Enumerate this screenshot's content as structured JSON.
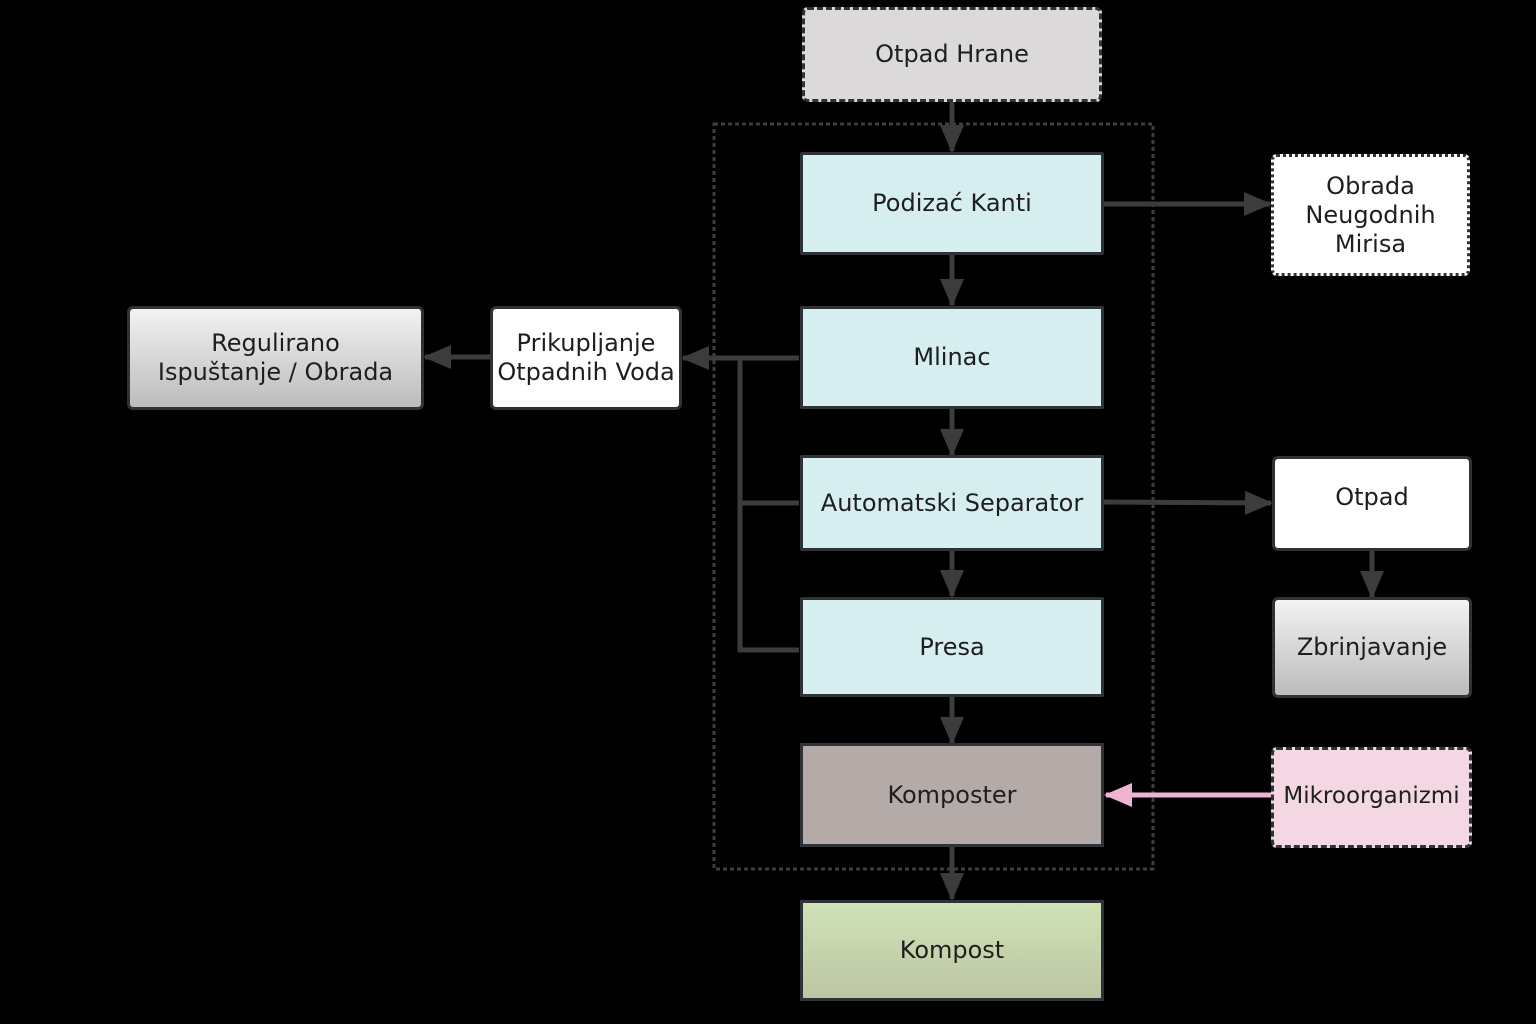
{
  "diagram": {
    "title": "Food waste composting process",
    "nodes": {
      "food_waste": {
        "label": "Otpad Hrane",
        "color": "#dcd9da"
      },
      "bin_lifter": {
        "label": "Podizać Kanti",
        "color": "#d7eef0"
      },
      "grinder": {
        "label": "Mlinac",
        "color": "#d7eef0"
      },
      "auto_separator": {
        "label": "Automatski Separator",
        "color": "#d7eef0"
      },
      "press": {
        "label": "Presa",
        "color": "#d7eef0"
      },
      "composter": {
        "label": "Komposter",
        "color": "#b4aaa8"
      },
      "compost": {
        "label": "Kompost",
        "color": "#c8d8b0"
      },
      "odor_treatment": {
        "label": "Obrada\nNeugodnih\nMirisa",
        "color": "#ffffff"
      },
      "waste": {
        "label": "Otpad",
        "color": "#ffffff"
      },
      "disposal": {
        "label": "Zbrinjavanje",
        "color": "#d5d4d5"
      },
      "microorganisms": {
        "label": "Mikroorganizmi",
        "color": "#f3d8e4"
      },
      "wastewater_collection": {
        "label": "Prikupljanje\nOtpadnih Voda",
        "color": "#ffffff"
      },
      "regulated_discharge": {
        "label": "Regulirano\nIspuštanje / Obrada",
        "color": "#d9d8d9"
      }
    },
    "edges": [
      {
        "from": "Otpad Hrane",
        "to": "Podizać Kanti"
      },
      {
        "from": "Podizać Kanti",
        "to": "Mlinac"
      },
      {
        "from": "Mlinac",
        "to": "Automatski Separator"
      },
      {
        "from": "Automatski Separator",
        "to": "Presa"
      },
      {
        "from": "Presa",
        "to": "Komposter"
      },
      {
        "from": "Komposter",
        "to": "Kompost"
      },
      {
        "from": "Podizać Kanti",
        "to": "Obrada Neugodnih Mirisa"
      },
      {
        "from": "Automatski Separator",
        "to": "Otpad"
      },
      {
        "from": "Otpad",
        "to": "Zbrinjavanje"
      },
      {
        "from": "Mikroorganizmi",
        "to": "Komposter"
      },
      {
        "from": "Mlinac",
        "to": "Prikupljanje Otpadnih Voda"
      },
      {
        "from": "Automatski Separator",
        "to": "Prikupljanje Otpadnih Voda"
      },
      {
        "from": "Presa",
        "to": "Prikupljanje Otpadnih Voda"
      },
      {
        "from": "Prikupljanje Otpadnih Voda",
        "to": "Regulirano Ispuštanje / Obrada"
      }
    ],
    "colors": {
      "connector": "#3c3c3c",
      "microbe_connector": "#f0b4d2",
      "container_border": "#3a3f46"
    }
  }
}
